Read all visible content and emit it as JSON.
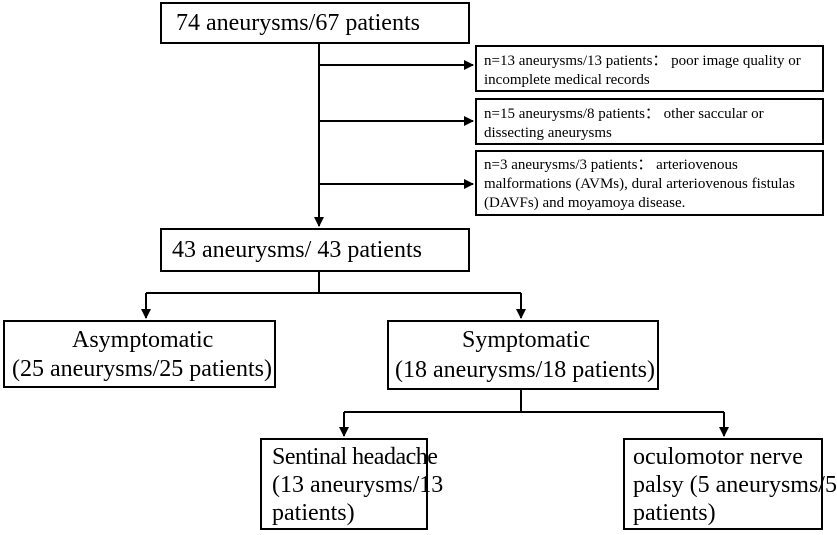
{
  "diagram": {
    "top": "74 aneurysms/67 patients",
    "exclusions": [
      [
        "n=13 aneurysms/13 patients： poor image quality or",
        "incomplete medical records"
      ],
      [
        "n=15 aneurysms/8 patients： other saccular or",
        "dissecting aneurysms"
      ],
      [
        "n=3 aneurysms/3 patients： arteriovenous",
        "malformations (AVMs), dural arteriovenous fistulas",
        "(DAVFs) and moyamoya disease."
      ]
    ],
    "middle": "43 aneurysms/ 43 patients",
    "asymptomatic": [
      "Asymptomatic",
      "(25 aneurysms/25 patients)"
    ],
    "symptomatic": [
      "Symptomatic",
      "(18 aneurysms/18 patients)"
    ],
    "headache": [
      "Sentinal headache",
      "(13 aneurysms/13",
      "patients)"
    ],
    "oculomotor": [
      "oculomotor nerve",
      "palsy (5 aneurysms/5",
      "patients)"
    ]
  }
}
